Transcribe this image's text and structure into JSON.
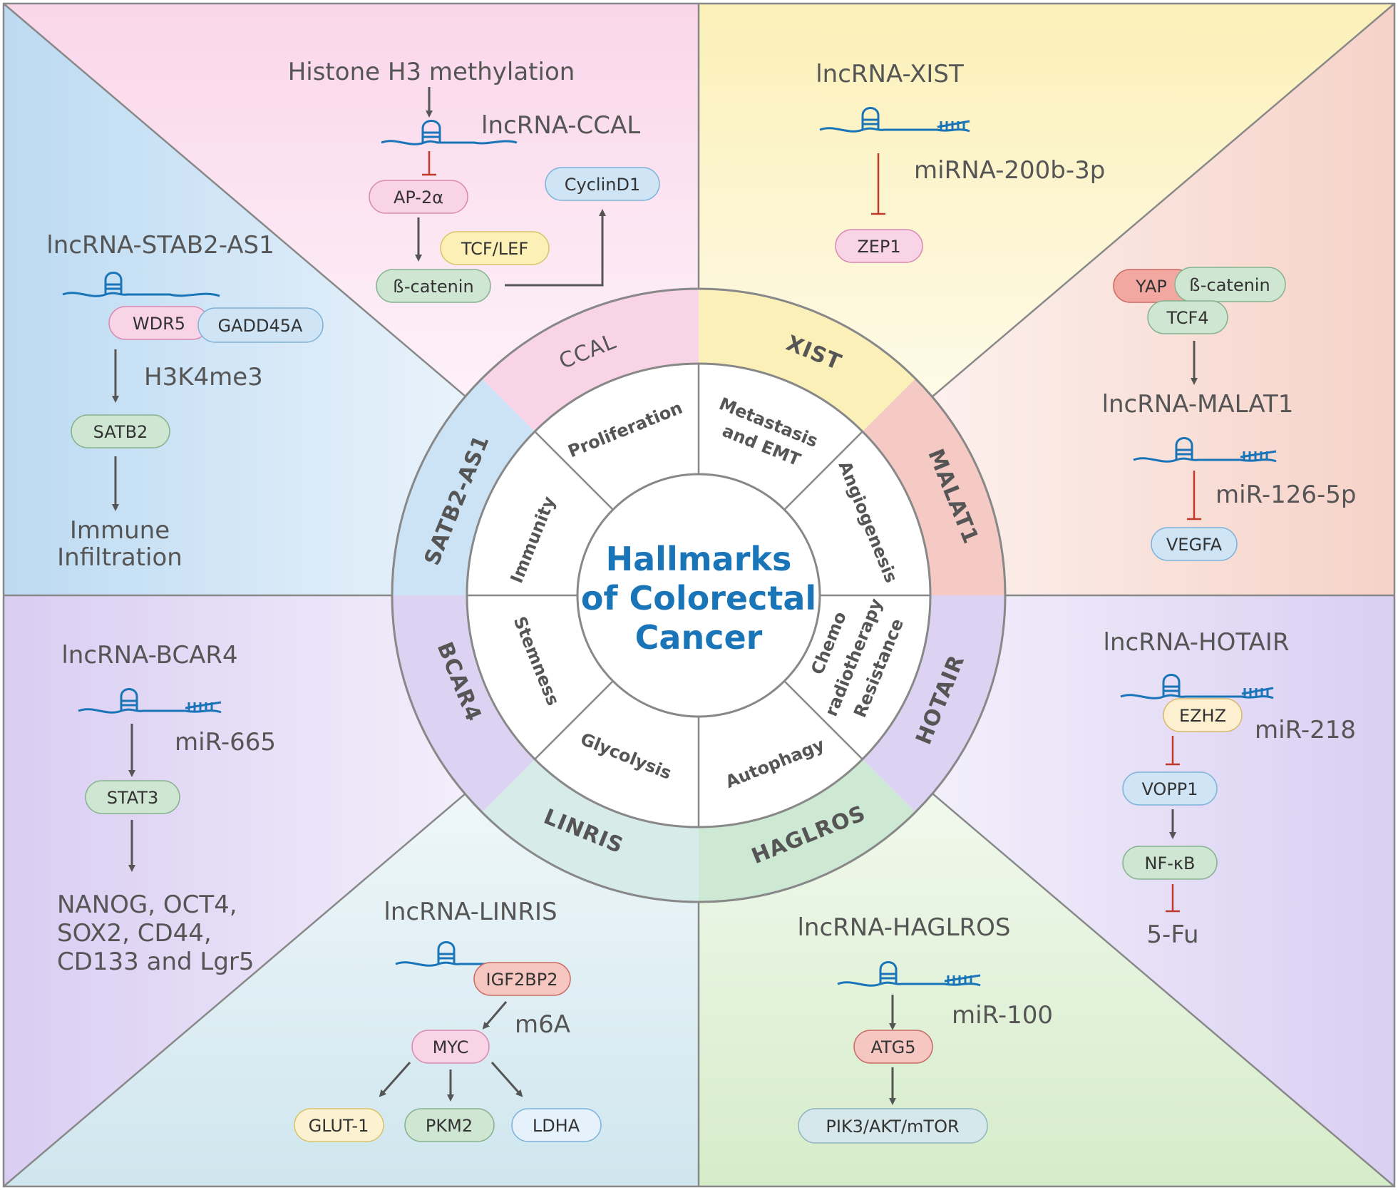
{
  "center": {
    "line1": "Hallmarks",
    "line2": "of Colorectal",
    "line3": "Cancer"
  },
  "ring_labels": {
    "ccal": "CCAL",
    "xist": "XIST",
    "malat1": "MALAT1",
    "hotair": "HOTAIR",
    "haglros": "HAGLROS",
    "linris": "LINRIS",
    "bcar4": "BCAR4",
    "satb2": "SATB2-AS1"
  },
  "inner_labels": {
    "proliferation": "Proliferation",
    "metastasis1": "Metastasis",
    "metastasis2": "and EMT",
    "angiogenesis": "Angiogenesis",
    "chemo1": "Chemo",
    "chemo2": "radiotherapy",
    "chemo3": "Resistance",
    "autophagy": "Autophagy",
    "glycolysis": "Glycolysis",
    "stemness": "Stemness",
    "immunity": "Immunity"
  },
  "ccal": {
    "histone": "Histone H3 methylation",
    "title": "lncRNA-CCAL",
    "ap2a": "AP-2α",
    "tcf_lef": "TCF/LEF",
    "bcatenin": "ß-catenin",
    "cyclind1": "CyclinD1"
  },
  "xist": {
    "title": "lncRNA-XIST",
    "mirna": "miRNA-200b-3p",
    "zep1": "ZEP1"
  },
  "malat1": {
    "yap": "YAP",
    "bcatenin": "ß-catenin",
    "tcf4": "TCF4",
    "title": "lncRNA-MALAT1",
    "mirna": "miR-126-5p",
    "vegfa": "VEGFA"
  },
  "hotair": {
    "title": "lncRNA-HOTAIR",
    "ezhz": "EZHZ",
    "mirna": "miR-218",
    "vopp1": "VOPP1",
    "nfkb": "NF-κB",
    "fu": "5-Fu"
  },
  "haglros": {
    "title": "lncRNA-HAGLROS",
    "mirna": "miR-100",
    "atg5": "ATG5",
    "pik3": "PIK3/AKT/mTOR"
  },
  "linris": {
    "title": "lncRNA-LINRIS",
    "igf2bp2": "IGF2BP2",
    "m6a": "m6A",
    "myc": "MYC",
    "glut1": "GLUT-1",
    "pkm2": "PKM2",
    "ldha": "LDHA"
  },
  "bcar4": {
    "title": "lncRNA-BCAR4",
    "mirna": "miR-665",
    "stat3": "STAT3",
    "out1": "NANOG, OCT4,",
    "out2": "SOX2, CD44,",
    "out3": "CD133 and Lgr5"
  },
  "satb2": {
    "title": "lncRNA-STAB2-AS1",
    "wdr5": "WDR5",
    "gadd45a": "GADD45A",
    "h3k4": "H3K4me3",
    "satb2": "SATB2",
    "out1": "Immune",
    "out2": "Infiltration"
  },
  "colors": {
    "pink": "#f9d3e6",
    "yellow": "#fbf0b8",
    "salmon": "#f5c9c4",
    "lavender": "#dcd3f2",
    "green": "#cde8d3",
    "teal": "#d7ece8",
    "blue": "#cce3f5",
    "rna": "#1a75b8",
    "center_text": "#1a75b8"
  }
}
